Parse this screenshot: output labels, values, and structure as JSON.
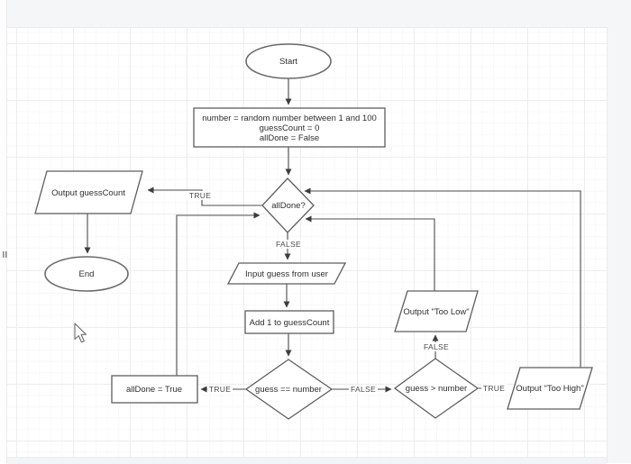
{
  "flowchart": {
    "nodes": {
      "start": {
        "label": "Start"
      },
      "init": {
        "line1": "number = random number between 1 and 100",
        "line2": "guessCount = 0",
        "line3": "allDone = False"
      },
      "alldone": {
        "label": "allDone?"
      },
      "output_guesscount": {
        "label": "Output guessCount"
      },
      "end": {
        "label": "End"
      },
      "input_guess": {
        "label": "Input guess from user"
      },
      "add_one": {
        "label": "Add 1 to guessCount"
      },
      "guess_eq": {
        "label": "guess == number"
      },
      "alldone_true": {
        "label": "allDone = True"
      },
      "guess_gt": {
        "label": "guess > number"
      },
      "output_too_low": {
        "label": "Output \"Too Low\""
      },
      "output_too_high": {
        "label": "Output \"Too High\""
      }
    },
    "edge_labels": {
      "alldone_true_branch": "TRUE",
      "alldone_false_branch": "FALSE",
      "eq_true_branch": "TRUE",
      "eq_false_branch": "FALSE",
      "gt_true_branch": "TRUE",
      "gt_false_branch": "FALSE"
    },
    "colors": {
      "shape_stroke": "#5d5d5d",
      "edge_stroke": "#4c4c4c",
      "text": "#2e2e2e",
      "chrome": "#f5f6f8",
      "grid_major": "#ededed",
      "grid_minor": "#f8f8f8"
    }
  }
}
